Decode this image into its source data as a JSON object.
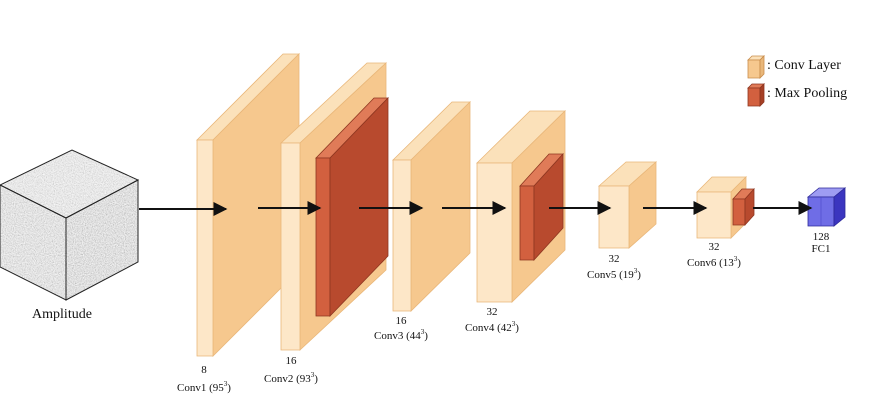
{
  "input": {
    "label": "Amplitude"
  },
  "layers": [
    {
      "channels": "8",
      "name": "Conv1 (95",
      "exp": "3",
      "close": ")",
      "type": "conv"
    },
    {
      "channels": "16",
      "name": "Conv2 (93",
      "exp": "3",
      "close": ")",
      "type": "conv+pool"
    },
    {
      "channels": "16",
      "name": "Conv3 (44",
      "exp": "3",
      "close": ")",
      "type": "conv"
    },
    {
      "channels": "32",
      "name": "Conv4 (42",
      "exp": "3",
      "close": ")",
      "type": "conv+pool"
    },
    {
      "channels": "32",
      "name": "Conv5 (19",
      "exp": "3",
      "close": ")",
      "type": "conv"
    },
    {
      "channels": "32",
      "name": "Conv6 (13",
      "exp": "3",
      "close": ")",
      "type": "conv+pool"
    },
    {
      "channels": "128",
      "name": "FC1",
      "exp": "",
      "close": "",
      "type": "fc"
    }
  ],
  "legend": {
    "conv_label": ": Conv Layer",
    "pool_label": ": Max Pooling"
  },
  "colors": {
    "conv_front": "#f6c88e",
    "conv_top": "#fbe1ba",
    "conv_side": "#fde7c8",
    "pool_front": "#d2603f",
    "pool_top": "#e07b58",
    "pool_side": "#a63f25",
    "fc_front": "#6f6de6",
    "fc_top": "#9e9cf2",
    "fc_side": "#3b35bf",
    "arrow": "#111111"
  }
}
